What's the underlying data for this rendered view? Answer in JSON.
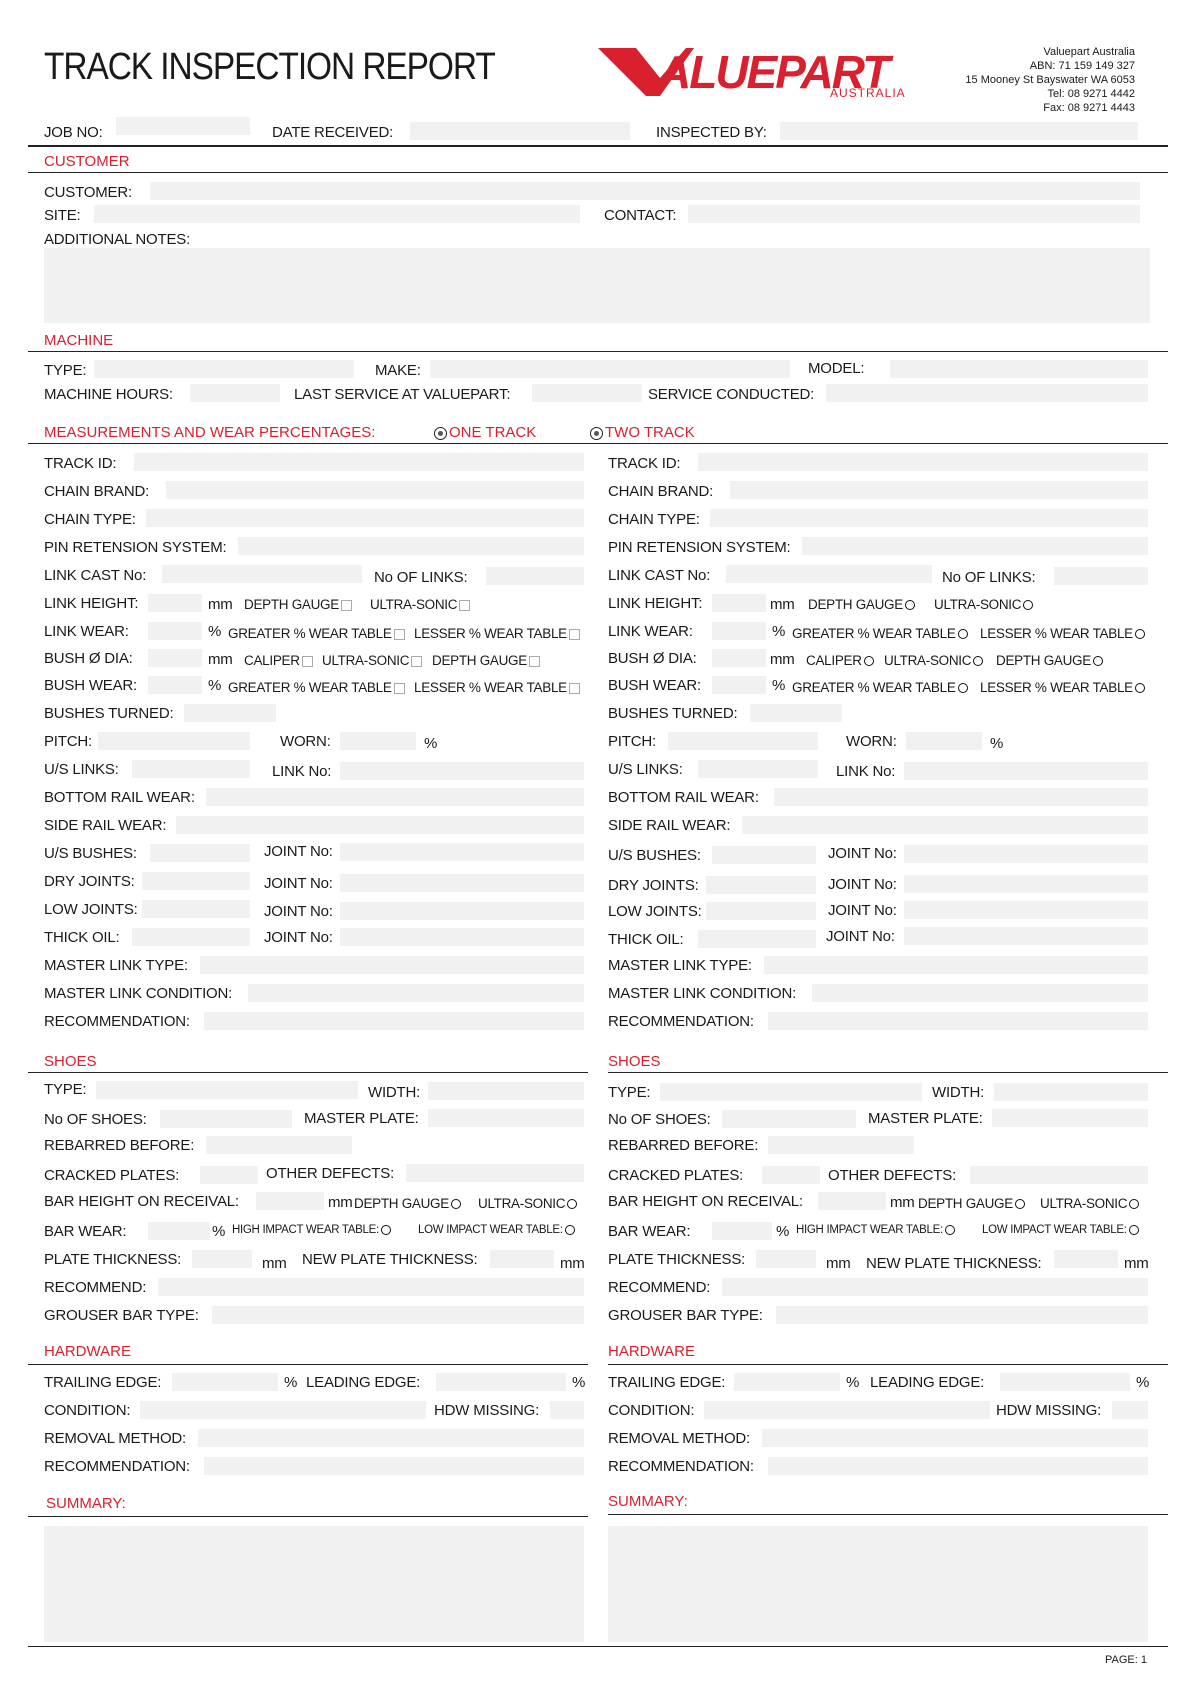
{
  "header": {
    "title": "TRACK INSPECTION REPORT",
    "logo_text": "VALUEPART",
    "logo_sub": "AUSTRALIA",
    "company": [
      "Valuepart Australia",
      "ABN: 71 159 149 327",
      "15 Mooney St Bayswater WA 6053",
      "Tel: 08 9271 4442",
      "Fax: 08 9271 4443"
    ],
    "job_no": "JOB NO:",
    "date_received": "DATE RECEIVED:",
    "inspected_by": "INSPECTED BY:"
  },
  "customer": {
    "heading": "CUSTOMER",
    "customer": "CUSTOMER:",
    "site": "SITE:",
    "contact": "CONTACT:",
    "notes": "ADDITIONAL NOTES:"
  },
  "machine": {
    "heading": "MACHINE",
    "type": "TYPE:",
    "make": "MAKE:",
    "model": "MODEL:",
    "hours": "MACHINE HOURS:",
    "last_service": "LAST SERVICE AT VALUEPART:",
    "service_conducted": "SERVICE CONDUCTED:"
  },
  "measurements": {
    "heading": "MEASUREMENTS AND WEAR PERCENTAGES:",
    "one_track": "ONE TRACK",
    "two_track": "TWO TRACK"
  },
  "labels": {
    "track_id": "TRACK ID:",
    "chain_brand": "CHAIN BRAND:",
    "chain_type": "CHAIN TYPE:",
    "pin_retension": "PIN RETENSION SYSTEM:",
    "link_cast": "LINK CAST No:",
    "no_links": "No OF LINKS:",
    "link_height": "LINK HEIGHT:",
    "link_wear": "LINK WEAR:",
    "bush_dia": "BUSH Ø DIA:",
    "bush_wear": "BUSH WEAR:",
    "bushes_turned": "BUSHES TURNED:",
    "pitch": "PITCH:",
    "worn": "WORN:",
    "us_links": "U/S LINKS:",
    "link_no": "LINK No:",
    "bottom_rail": "BOTTOM RAIL WEAR:",
    "side_rail": "SIDE RAIL WEAR:",
    "us_bushes": "U/S  BUSHES:",
    "joint_no": "JOINT No:",
    "dry_joints": "DRY JOINTS:",
    "low_joints": "LOW JOINTS:",
    "thick_oil": "THICK OIL:",
    "master_link_type": "MASTER LINK TYPE:",
    "master_link_cond": "MASTER LINK CONDITION:",
    "recommendation": "RECOMMENDATION:",
    "mm": "mm",
    "pct": "%",
    "depth_gauge": "DEPTH GAUGE",
    "ultra_sonic": "ULTRA-SONIC",
    "caliper": "CALIPER",
    "greater_table": "GREATER % WEAR TABLE",
    "lesser_table": "LESSER % WEAR TABLE"
  },
  "shoes": {
    "heading": "SHOES",
    "type": "TYPE:",
    "width": "WIDTH:",
    "no_shoes": "No OF SHOES:",
    "master_plate": "MASTER PLATE:",
    "rebarred": "REBARRED BEFORE:",
    "cracked": "CRACKED PLATES:",
    "other_defects": "OTHER DEFECTS:",
    "bar_height": "BAR HEIGHT ON RECEIVAL:",
    "bar_wear": "BAR WEAR:",
    "high_impact": "HIGH IMPACT WEAR TABLE:",
    "low_impact": "LOW IMPACT WEAR TABLE:",
    "plate_thickness": "PLATE THICKNESS:",
    "new_plate": "NEW PLATE THICKNESS:",
    "recommend": "RECOMMEND:",
    "grouser": "GROUSER BAR TYPE:"
  },
  "hardware": {
    "heading": "HARDWARE",
    "trailing": "TRAILING EDGE:",
    "leading": "LEADING EDGE:",
    "condition": "CONDITION:",
    "hdw_missing": "HDW MISSING:",
    "removal": "REMOVAL METHOD:",
    "recommendation": "RECOMMENDATION:"
  },
  "summary": {
    "heading": "SUMMARY:"
  },
  "footer": {
    "page": "PAGE:  1"
  }
}
